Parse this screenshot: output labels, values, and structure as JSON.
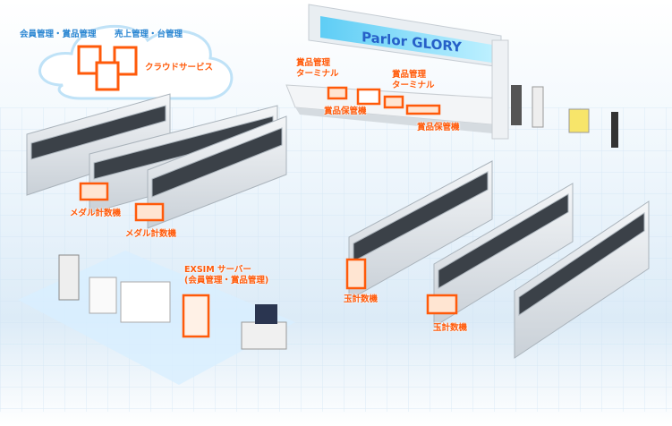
{
  "cloud": {
    "label_left": "会員管理・賞品管理",
    "label_right": "売上管理・台管理",
    "service": "クラウドサービス"
  },
  "counter": {
    "sign": "Parlor GLORY",
    "terminal_1": [
      "賞品管理",
      "ターミナル"
    ],
    "terminal_2": [
      "賞品管理",
      "ターミナル"
    ],
    "storage_1": "賞品保管機",
    "storage_2": "賞品保管機"
  },
  "medal_counter_1": "メダル計数機",
  "medal_counter_2": "メダル計数機",
  "server": [
    "EXSIM サーバー",
    "(会員管理・賞品管理)"
  ],
  "ball_counter_1": "玉計数機",
  "ball_counter_2": "玉計数機",
  "colors": {
    "accent": "#ff5a0a",
    "cloud_text": "#2a86d2",
    "sign": "#6fd3f5"
  }
}
